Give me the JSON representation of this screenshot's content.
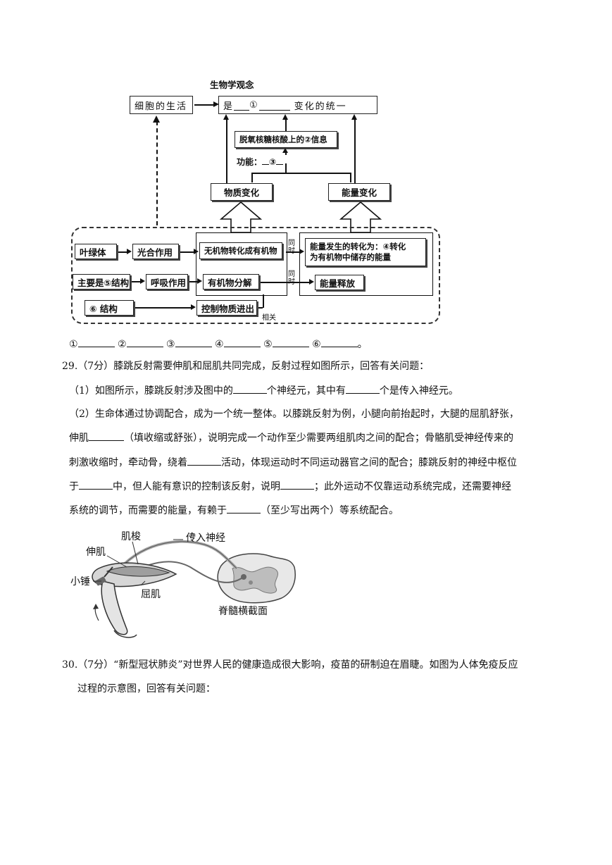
{
  "diagram": {
    "title": "生物学观念",
    "cell_life": "细胞的生活",
    "unity_prefix": "是",
    "unity_num": "①",
    "unity_suffix": "变化的统一",
    "dna_info": "脱氧核糖核酸上的②信息",
    "function": "功能：",
    "function_num": "③",
    "matter_change": "物质变化",
    "energy_change": "能量变化",
    "chloroplast": "叶绿体",
    "photosynthesis": "光合作用",
    "inorganic_to_organic": "无机物转化成有机物",
    "energy_conversion_line1": "能量发生的转化为：④转化",
    "energy_conversion_line2": "为有机物中储存的能量",
    "mainly_structure": "主要是⑤结构",
    "respiration": "呼吸作用",
    "organic_decomposition": "有机物分解",
    "energy_release": "能量释放",
    "structure6": "⑥  结构",
    "control_material": "控制物质进出",
    "related": "相关",
    "simultaneous": "同时"
  },
  "answers28": [
    "①",
    "②",
    "③",
    "④",
    "⑤",
    "⑥"
  ],
  "answers28_end": "。",
  "q29": {
    "header": "29.（7分）膝跳反射需要伸肌和屈肌共同完成，反射过程如图所示，回答有关问题：",
    "p1_a": "（1）如图所示，膝跳反射涉及图中的",
    "p1_b": "个神经元，其中有",
    "p1_c": "个是传入神经元。",
    "p2_line1": "（2）生命体通过协调配合，成为一个统一整体。以膝跳反射为例，小腿向前抬起时，大腿的屈肌舒张，",
    "p2_l2_a": "伸肌",
    "p2_l2_b": "（填收缩或舒张），说明完成一个动作至少需要两组肌肉之间的配合；骨骼肌受神经传来的",
    "p2_l3_a": "刺激收缩时，牵动骨，绕着",
    "p2_l3_b": "活动，体现运动时不同运动器官之间的配合；膝跳反射的神经中枢位",
    "p2_l4_a": "于",
    "p2_l4_b": "中，但人能有意识的控制该反射，说明",
    "p2_l4_c": "；此外运动不仅靠运动系统完成，还需要神经",
    "p2_l5_a": "系统的调节，而需要的能量，有赖于",
    "p2_l5_b": "（至少写出两个）等系统配合。"
  },
  "figure29": {
    "spindle": "肌梭",
    "extensor": "伸肌",
    "afferent": "传入神经",
    "hammer": "小锤",
    "flexor": "屈肌",
    "spinal_cord": "脊髓横截面"
  },
  "q30": {
    "line1": "30.（7分）“新型冠状肺炎”对世界人民的健康造成很大影响，疫苗的研制迫在眉睫。如图为人体免疫反应",
    "line2": "过程的示意图，回答有关问题："
  }
}
